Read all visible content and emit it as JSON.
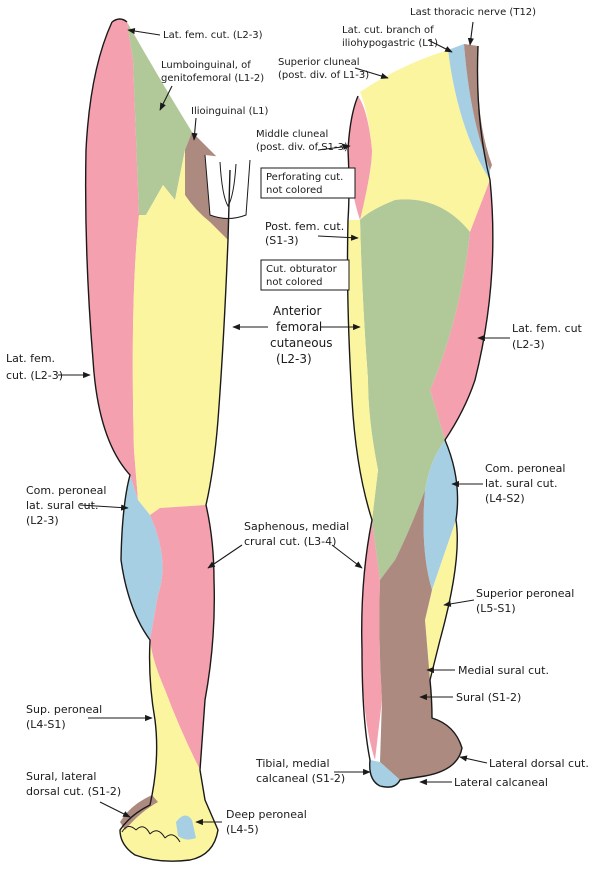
{
  "colors": {
    "pink": "#f4a0ae",
    "yellow": "#fbf5a0",
    "green": "#b1c898",
    "blue": "#a6cfe3",
    "brown": "#ac8a80"
  },
  "labels": {
    "lat_fem_top": "Lat. fem. cut. (L2-3)",
    "lumbo_1": "Lumboinguinal, of",
    "lumbo_2": "genitofemoral (L1-2)",
    "ilioinguinal": "Ilioinguinal (L1)",
    "perforating_1": "Perforating cut.",
    "perforating_2": "not colored",
    "post_fem_1": "Post. fem. cut.",
    "post_fem_2": "(S1-3)",
    "cut_obt_1": "Cut. obturator",
    "cut_obt_2": "not colored",
    "ant_fem_1": "Anterior",
    "ant_fem_2": "femoral",
    "ant_fem_3": "cutaneous",
    "ant_fem_4": "(L2-3)",
    "lat_fem_left_1": "Lat. fem.",
    "lat_fem_left_2": "cut. (L2-3)",
    "com_per_left_1": "Com. peroneal",
    "com_per_left_2": "lat. sural cut.",
    "com_per_left_3": "(L2-3)",
    "saph_1": "Saphenous, medial",
    "saph_2": "crural cut. (L3-4)",
    "sup_per_1": "Sup. peroneal",
    "sup_per_2": "(L4-S1)",
    "sural_lat_1": "Sural, lateral",
    "sural_lat_2": "dorsal cut. (S1-2)",
    "deep_per_1": "Deep peroneal",
    "deep_per_2": "(L4-5)",
    "last_thoracic": "Last thoracic nerve (T12)",
    "lat_cut_branch_1": "Lat. cut. branch of",
    "lat_cut_branch_2": "iliohypogastric (L1)",
    "sup_cluneal_1": "Superior cluneal",
    "sup_cluneal_2": "(post. div. of L1-3)",
    "mid_cluneal_1": "Middle cluneal",
    "mid_cluneal_2": "(post. div. of S1-3)",
    "lat_fem_right_1": "Lat. fem. cut",
    "lat_fem_right_2": "(L2-3)",
    "com_per_right_1": "Com. peroneal",
    "com_per_right_2": "lat. sural cut.",
    "com_per_right_3": "(L4-S2)",
    "sup_peroneal_1": "Superior peroneal",
    "sup_peroneal_2": "(L5-S1)",
    "medial_sural": "Medial sural cut.",
    "sural": "Sural (S1-2)",
    "tibial_1": "Tibial, medial",
    "tibial_2": "calcaneal (S1-2)",
    "lat_dorsal": "Lateral dorsal cut.",
    "lat_calcaneal": "Lateral calcaneal"
  }
}
